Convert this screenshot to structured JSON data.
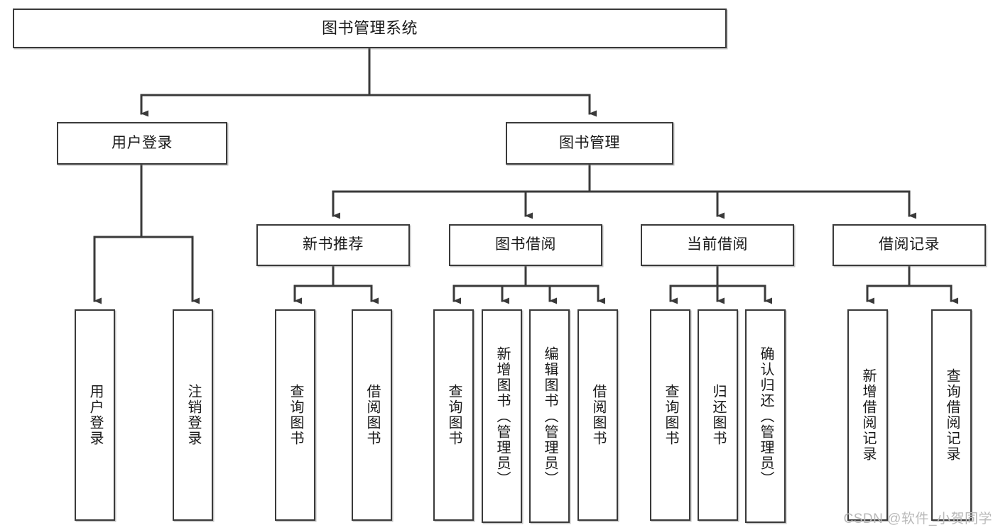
{
  "diagram": {
    "title": "图书管理系统",
    "type": "tree",
    "orientation": "top-down",
    "colors": {
      "box_border": "#3a3a3a",
      "box_fill": "#ffffff",
      "connector": "#3a3a3a",
      "text": "#1a1a1a",
      "watermark": "#b9b9b9",
      "background": "#ffffff"
    },
    "nodes": {
      "root": {
        "label": "图书管理系统"
      },
      "level2": [
        {
          "id": "user-login",
          "label": "用户登录"
        },
        {
          "id": "book-manage",
          "label": "图书管理"
        }
      ],
      "level3": [
        {
          "id": "new-book-recommend",
          "label": "新书推荐"
        },
        {
          "id": "book-borrow",
          "label": "图书借阅"
        },
        {
          "id": "current-borrow",
          "label": "当前借阅"
        },
        {
          "id": "borrow-record",
          "label": "借阅记录"
        }
      ],
      "leaves": {
        "user-login": [
          {
            "id": "leaf-user-login",
            "label": "用户登录"
          },
          {
            "id": "leaf-logout",
            "label": "注销登录"
          }
        ],
        "new-book-recommend": [
          {
            "id": "leaf-query-book-1",
            "label": "查询图书"
          },
          {
            "id": "leaf-borrow-book-1",
            "label": "借阅图书"
          }
        ],
        "book-borrow": [
          {
            "id": "leaf-query-book-2",
            "label": "查询图书"
          },
          {
            "id": "leaf-add-book",
            "label": "新增图书（管理员）"
          },
          {
            "id": "leaf-edit-book",
            "label": "编辑图书（管理员）"
          },
          {
            "id": "leaf-borrow-book-2",
            "label": "借阅图书"
          }
        ],
        "current-borrow": [
          {
            "id": "leaf-query-book-3",
            "label": "查询图书"
          },
          {
            "id": "leaf-return-book",
            "label": "归还图书"
          },
          {
            "id": "leaf-confirm-return",
            "label": "确认归还（管理员）"
          }
        ],
        "borrow-record": [
          {
            "id": "leaf-add-record",
            "label": "新增借阅记录"
          },
          {
            "id": "leaf-query-record",
            "label": "查询借阅记录"
          }
        ]
      }
    },
    "watermark": "CSDN @软件_小贺同学"
  }
}
